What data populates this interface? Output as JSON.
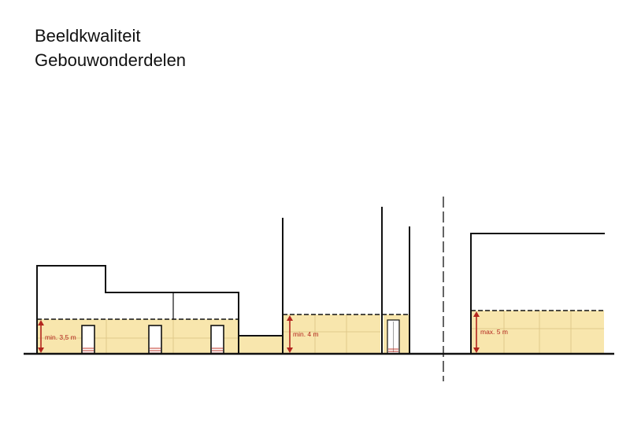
{
  "header": {
    "title": "Beeldkwaliteit",
    "subtitle": "Gebouwonderdelen"
  },
  "dimensions": [
    {
      "label": "min. 3,5 m"
    },
    {
      "label": "min. 4 m"
    },
    {
      "label": "max. 5 m"
    }
  ],
  "colors": {
    "plinth_fill": "#f8e6ad",
    "outline": "#111111",
    "dimension": "#b3261e",
    "door_step": "#c0392b"
  }
}
